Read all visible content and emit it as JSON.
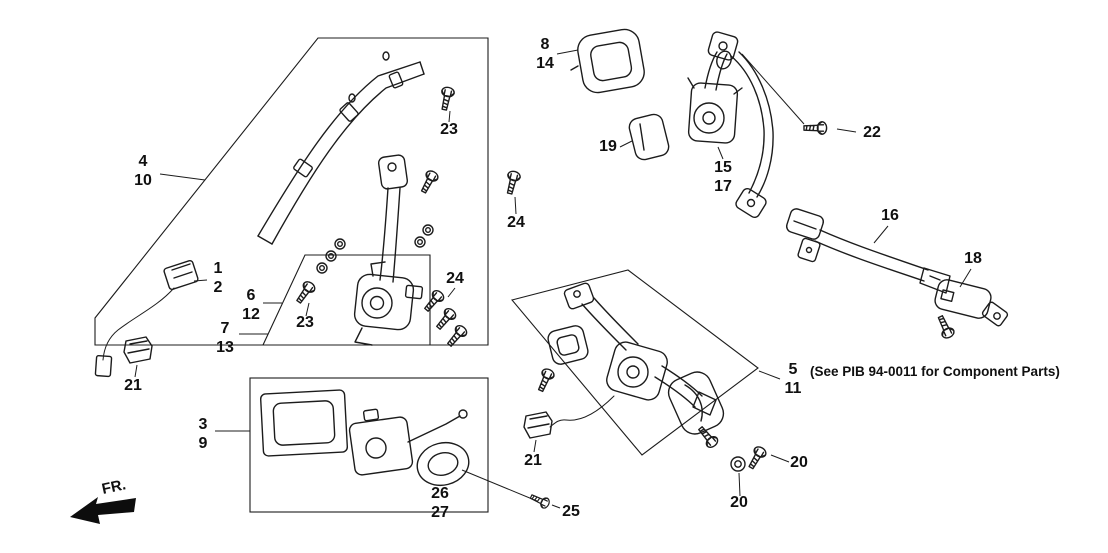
{
  "note": "(See PIB 94-0011 for Component Parts)",
  "fr_label": "FR.",
  "callouts": {
    "c1": "1",
    "c2": "2",
    "c3": "3",
    "c4": "4",
    "c5": "5",
    "c6": "6",
    "c7": "7",
    "c8": "8",
    "c9": "9",
    "c10": "10",
    "c11": "11",
    "c12": "12",
    "c13": "13",
    "c14": "14",
    "c15": "15",
    "c16": "16",
    "c17": "17",
    "c18": "18",
    "c19": "19",
    "c20a": "20",
    "c20b": "20",
    "c21a": "21",
    "c21b": "21",
    "c22": "22",
    "c23a": "23",
    "c23b": "23",
    "c24a": "24",
    "c24b": "24",
    "c25": "25",
    "c26": "26",
    "c27": "27"
  }
}
